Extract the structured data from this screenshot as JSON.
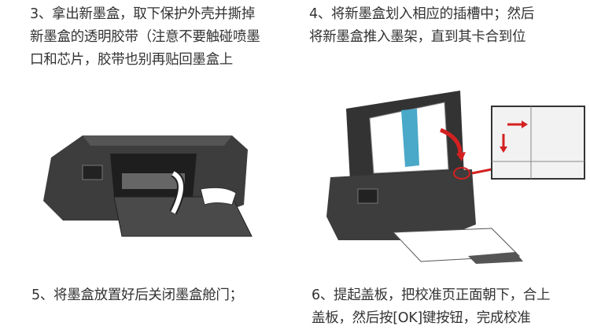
{
  "steps": [
    {
      "lines": [
        "3、拿出新墨盒，取下保护外壳并撕掉",
        "新墨盒的透明胶带（注意不要触碰喷墨",
        "口和芯片，胶带也别再贴回墨盒上"
      ]
    },
    {
      "lines": [
        "4、将新墨盒划入相应的插槽中；然后",
        "将新墨盒推入墨架，直到其卡合到位"
      ]
    },
    {
      "lines": [
        "5、将墨盒放置好后关闭墨盒舱门；"
      ]
    },
    {
      "lines": [
        "6、提起盖板，把校准页正面朝下，合上",
        "盖板，然后按[OK]键按钮，完成校准"
      ]
    }
  ],
  "colors": {
    "printer": "#3a3a3a",
    "arrow": "#d42020"
  }
}
